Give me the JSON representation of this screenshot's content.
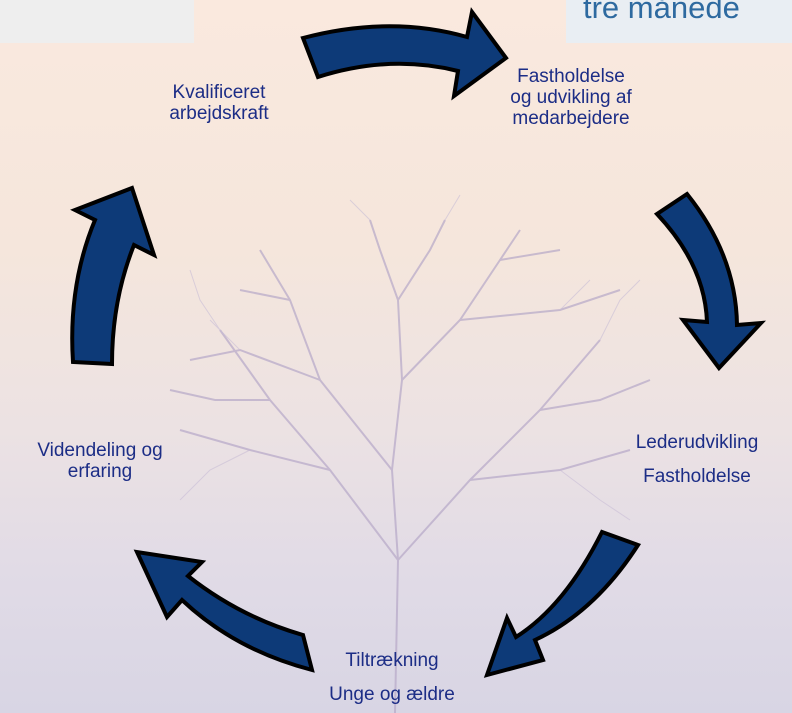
{
  "header": {
    "top_right_text": "tre månede"
  },
  "cycle": {
    "labels": {
      "kvalificeret": [
        "Kvalificeret",
        "arbejdskraft"
      ],
      "fastholdelse": [
        "Fastholdelse",
        "og udvikling af",
        "medarbejdere"
      ],
      "lederudvikling": [
        "Lederudvikling",
        "Fastholdelse"
      ],
      "tiltraekning": [
        "Tiltrækning",
        "Unge og ældre"
      ],
      "videndeling": [
        "Videndeling og",
        "erfaring"
      ]
    }
  },
  "colors": {
    "arrow_fill": "#0d3a78",
    "arrow_stroke": "#000000",
    "label_text": "#1c2d86",
    "header_text": "#2e6aa0"
  },
  "icons": {
    "arrow": "curved-arrow-icon",
    "tree": "tree-icon"
  }
}
